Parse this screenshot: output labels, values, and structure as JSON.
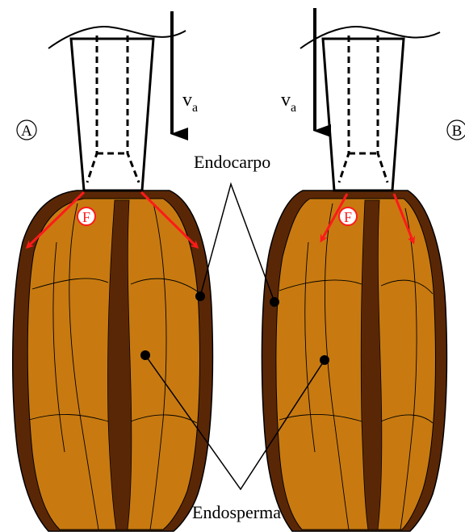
{
  "labels": {
    "panel_a": "A",
    "panel_b": "B",
    "velocity": "v",
    "velocity_sub": "a",
    "force": "F",
    "endocarpo": "Endocarpo",
    "endosperma": "Endosperma"
  },
  "colors": {
    "shell_dark": "#5a2706",
    "endosperm": "#c87a10",
    "force_arrow": "#ff1a1a",
    "outline": "#000000",
    "background": "#ffffff"
  }
}
